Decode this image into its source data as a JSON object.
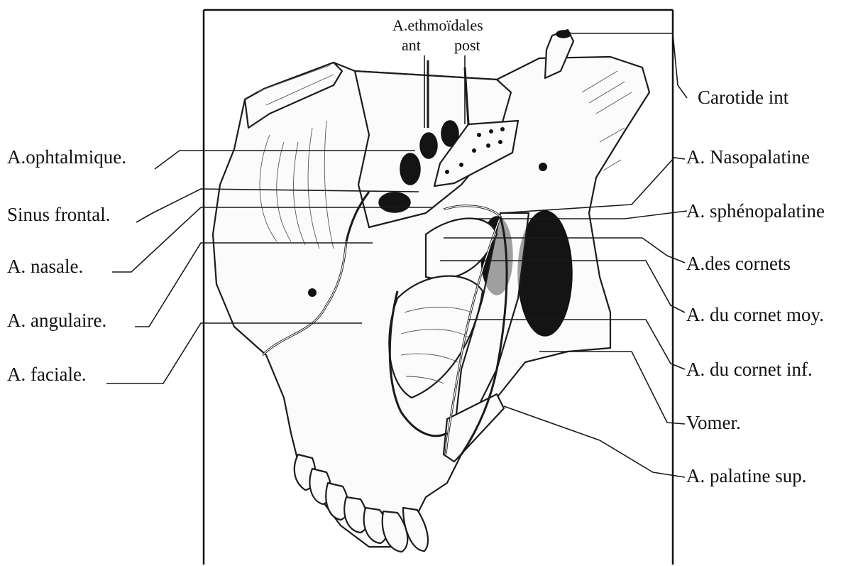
{
  "labels": {
    "ethmoidales": "A.ethmoïdales",
    "ant": "ant",
    "post": "post",
    "ophtalmique": "A.ophtalmique.",
    "sinus_frontal": "Sinus frontal.",
    "nasale": "A. nasale.",
    "angulaire": "A. angulaire.",
    "faciale": "A. faciale.",
    "carotide": "Carotide int",
    "nasopalatine": "A. Nasopalatine",
    "sphenopalatine": "A. sphénopalatine",
    "cornets": "A.des cornets",
    "cornet_moy": "A. du cornet moy.",
    "cornet_inf": "A. du cornet inf.",
    "vomer": "Vomer.",
    "palatine": "A. palatine sup."
  }
}
